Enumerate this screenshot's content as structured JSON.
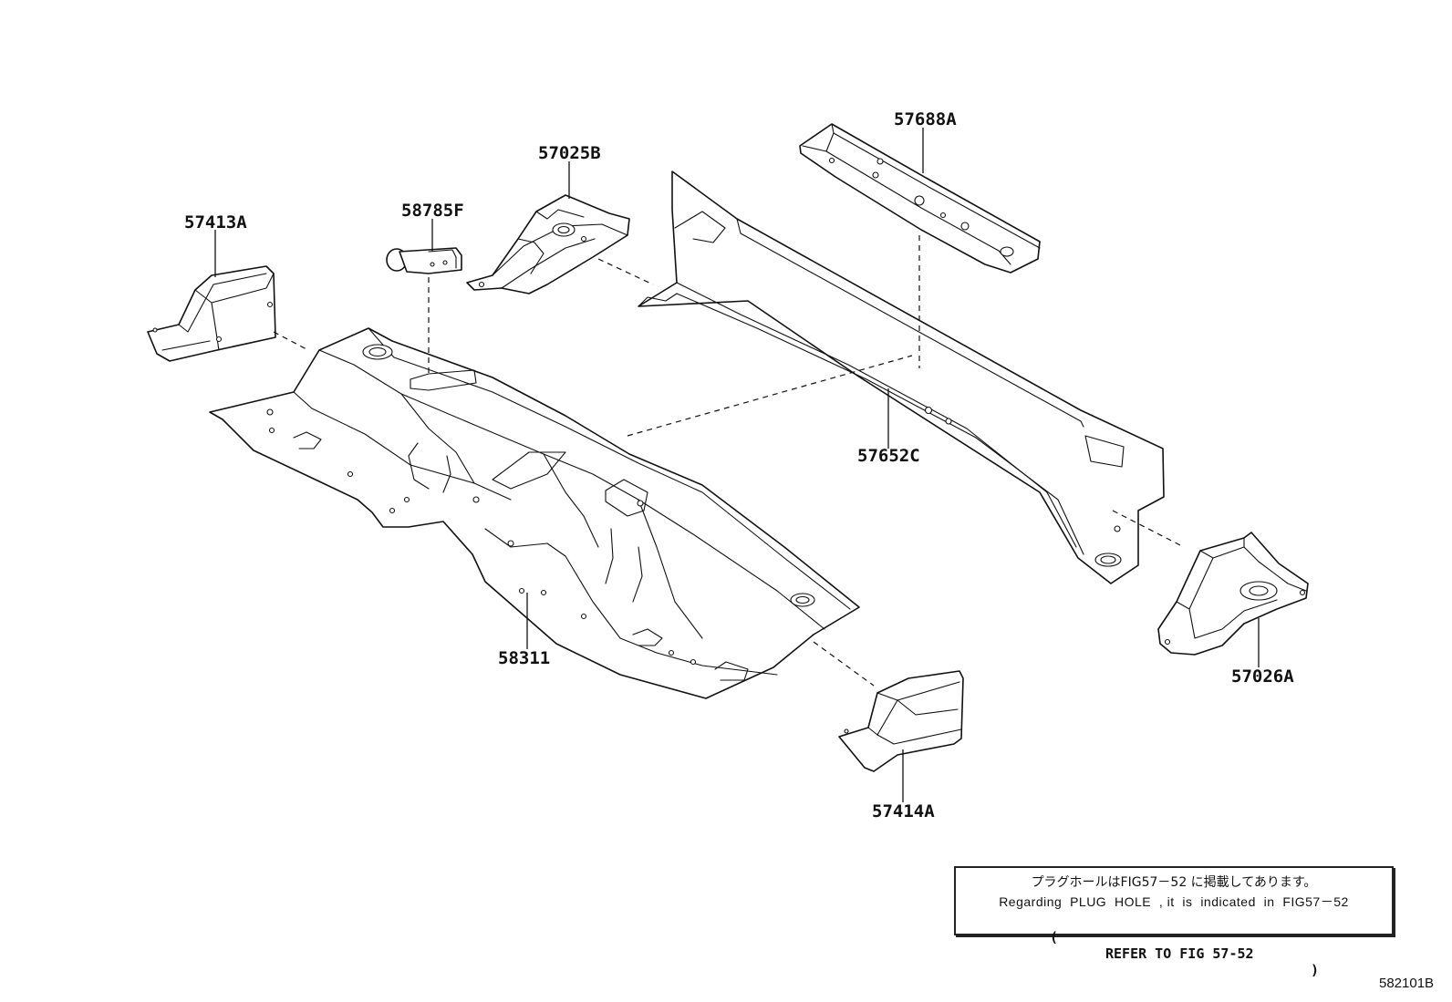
{
  "parts": {
    "p57688A": "57688A",
    "p57025B": "57025B",
    "p58785F": "58785F",
    "p57413A": "57413A",
    "p57652C": "57652C",
    "p58311": "58311",
    "p57026A": "57026A",
    "p57414A": "57414A"
  },
  "note": {
    "jp": "プラグホールはFIG57－52 に掲載してあります。",
    "en": "Regarding  PLUG  HOLE  , it  is  indicated  in  FIG57－52",
    "ref_open": "(",
    "ref_text": "REFER TO FIG 57-52",
    "ref_close": ")"
  },
  "figure_code": "582101B"
}
